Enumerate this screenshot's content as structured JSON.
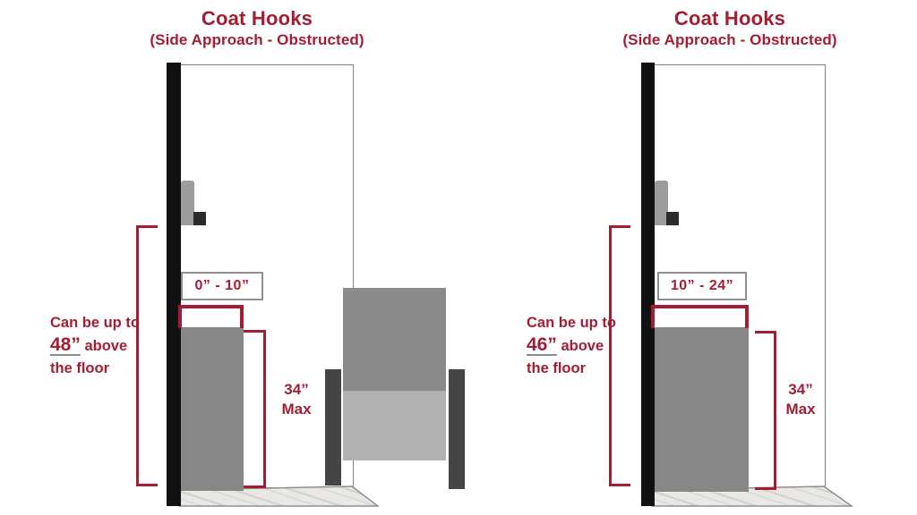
{
  "colors": {
    "accent_red": "#A31D33",
    "wall_black": "#111111",
    "outline_gray": "#808080",
    "label_border_gray": "#8F8F8F",
    "obstruction_gray": "#878787",
    "hook_gray": "#9D9B9B",
    "hook_dark": "#2B2B2B",
    "wheelchair_back_gray": "#8A8A8A",
    "wheelchair_seat_gray": "#B3B1AF",
    "wheelchair_wheel_dark": "#454545",
    "floor_marble_light": "#EAE8E5",
    "floor_marble_streak": "#D3D0CC"
  },
  "panels": [
    {
      "title": "Coat Hooks",
      "subtitle": "(Side Approach - Obstructed)",
      "reach_range_label": "0” - 10”",
      "height_note_prefix": "Can be up to",
      "height_note_value": "48”",
      "height_note_suffix": "above the floor",
      "max_height_line1": "34”",
      "max_height_line2": "Max"
    },
    {
      "title": "Coat Hooks",
      "subtitle": "(Side Approach - Obstructed)",
      "reach_range_label": "10” - 24”",
      "height_note_prefix": "Can be up to",
      "height_note_value": "46”",
      "height_note_suffix": "above the floor",
      "max_height_line1": "34”",
      "max_height_line2": "Max"
    }
  ]
}
